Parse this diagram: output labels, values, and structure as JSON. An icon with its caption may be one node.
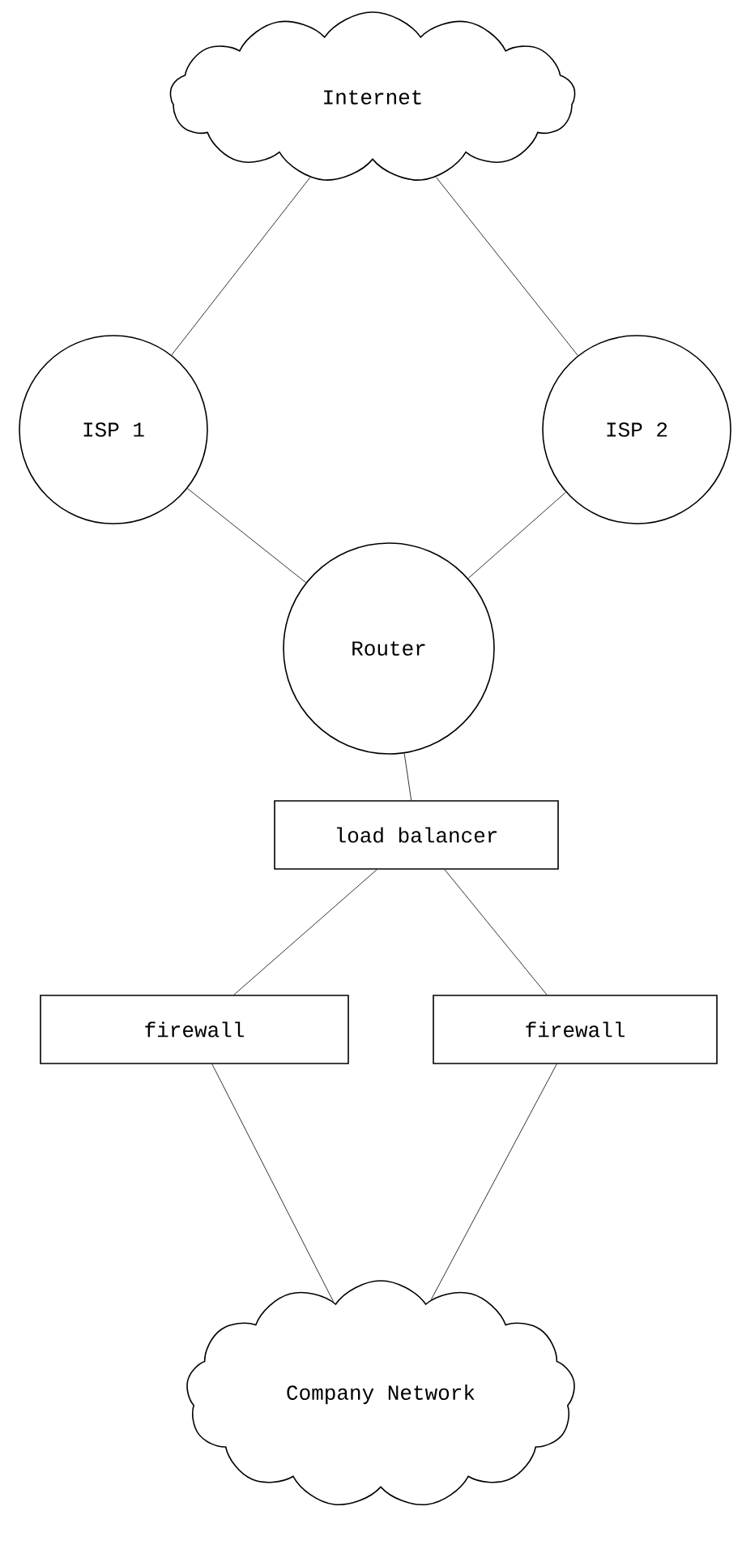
{
  "diagram": {
    "nodes": [
      {
        "text": [
          "Internet"
        ]
      },
      {
        "text": [
          "ISP 1"
        ]
      },
      {
        "text": [
          "ISP 2"
        ]
      },
      {
        "text": [
          "Router"
        ]
      },
      {
        "text": [
          "load balancer"
        ]
      },
      {
        "text": [
          "firewall"
        ]
      },
      {
        "text": [
          "firewall"
        ]
      },
      {
        "text": [
          "Company Network"
        ]
      }
    ],
    "edges": [
      {
        "from": 0,
        "to": 1,
        "arrow": "none"
      },
      {
        "from": 0,
        "to": 2,
        "arrow": "none"
      },
      {
        "from": 1,
        "to": 3,
        "arrow": "none"
      },
      {
        "from": 2,
        "to": 3,
        "arrow": "none"
      },
      {
        "from": 3,
        "to": 4,
        "arrow": "none"
      },
      {
        "from": 4,
        "to": 5,
        "arrow": "none"
      },
      {
        "from": 4,
        "to": 6,
        "arrow": "none"
      },
      {
        "from": 5,
        "to": 7,
        "arrow": "none"
      },
      {
        "from": 6,
        "to": 7,
        "arrow": "none"
      }
    ]
  }
}
